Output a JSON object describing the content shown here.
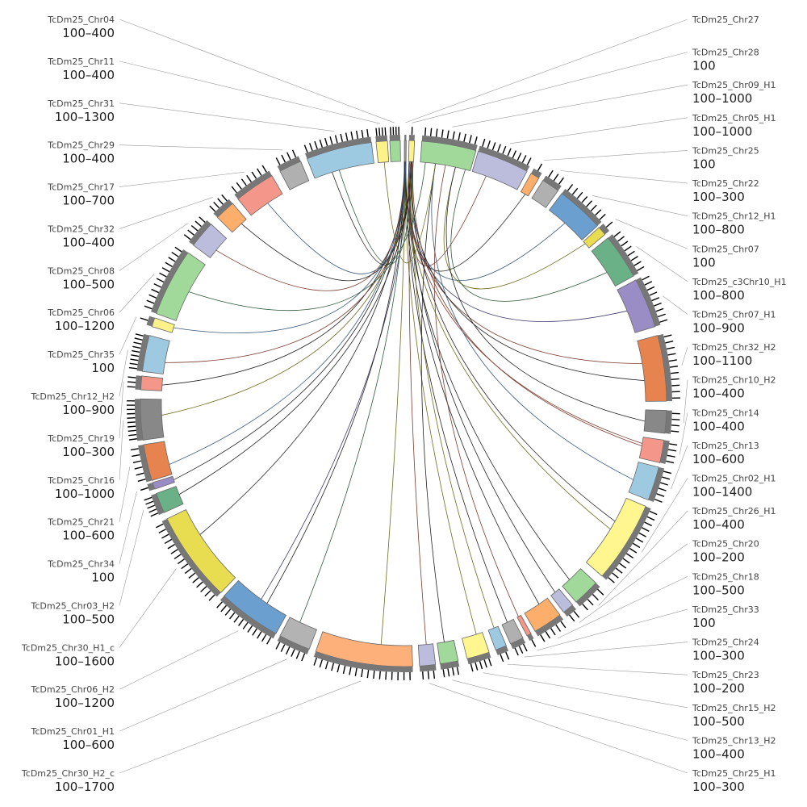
{
  "diagram": {
    "type": "circos-chord",
    "tick_step": 100,
    "segments": [
      {
        "name": "TcDm25_Chr27",
        "color": "#999999",
        "ticks": 0
      },
      {
        "name": "TcDm25_Chr28",
        "color": "#fdf28a",
        "ticks": 1
      },
      {
        "name": "TcDm25_Chr09_H1",
        "color": "#a1d99b",
        "ticks": 10
      },
      {
        "name": "TcDm25_Chr05_H1",
        "color": "#bcbddc",
        "ticks": 10
      },
      {
        "name": "TcDm25_Chr25",
        "color": "#fdae6b",
        "ticks": 1
      },
      {
        "name": "TcDm25_Chr22",
        "color": "#b0b0b0",
        "ticks": 3
      },
      {
        "name": "TcDm25_Chr12_H1",
        "color": "#6a9fcf",
        "ticks": 8
      },
      {
        "name": "TcDm25_Chr07",
        "color": "#e8dc50",
        "ticks": 1
      },
      {
        "name": "TcDm25_c3Chr10_H1",
        "color": "#6ab187",
        "ticks": 8
      },
      {
        "name": "TcDm25_Chr07_H1",
        "color": "#9a8cc4",
        "ticks": 9
      },
      {
        "name": "TcDm25_Chr32_H2",
        "color": "#e6834e",
        "ticks": 11
      },
      {
        "name": "TcDm25_Chr10_H2",
        "color": "#888888",
        "ticks": 4
      },
      {
        "name": "TcDm25_Chr14",
        "color": "#f4978a",
        "ticks": 4
      },
      {
        "name": "TcDm25_Chr13",
        "color": "#9ecae1",
        "ticks": 6
      },
      {
        "name": "TcDm25_Chr02_H1",
        "color": "#fff68f",
        "ticks": 14
      },
      {
        "name": "TcDm25_Chr26_H1",
        "color": "#a1d99b",
        "ticks": 4
      },
      {
        "name": "TcDm25_Chr20",
        "color": "#bcbddc",
        "ticks": 2
      },
      {
        "name": "TcDm25_Chr18",
        "color": "#fdae6b",
        "ticks": 5
      },
      {
        "name": "TcDm25_Chr33",
        "color": "#f4978a",
        "ticks": 1
      },
      {
        "name": "TcDm25_Chr24",
        "color": "#b0b0b0",
        "ticks": 3
      },
      {
        "name": "TcDm25_Chr23",
        "color": "#9ecae1",
        "ticks": 2
      },
      {
        "name": "TcDm25_Chr15_H2",
        "color": "#fff68f",
        "ticks": 5
      },
      {
        "name": "TcDm25_Chr13_H2",
        "color": "#a1d99b",
        "ticks": 4
      },
      {
        "name": "TcDm25_Chr25_H1",
        "color": "#bcbddc",
        "ticks": 3
      },
      {
        "name": "TcDm25_Chr30_H2_c",
        "color": "#fdb07a",
        "ticks": 17
      },
      {
        "name": "TcDm25_Chr01_H1",
        "color": "#b3b3b3",
        "ticks": 6
      },
      {
        "name": "TcDm25_Chr06_H2",
        "color": "#6a9fcf",
        "ticks": 12
      },
      {
        "name": "TcDm25_Chr30_H1_c",
        "color": "#e8dc50",
        "ticks": 16
      },
      {
        "name": "TcDm25_Chr03_H2",
        "color": "#6ab187",
        "ticks": 5
      },
      {
        "name": "TcDm25_Chr34",
        "color": "#9a8cc4",
        "ticks": 1
      },
      {
        "name": "TcDm25_Chr21",
        "color": "#e6834e",
        "ticks": 6
      },
      {
        "name": "TcDm25_Chr16",
        "color": "#888888",
        "ticks": 10
      },
      {
        "name": "TcDm25_Chr19",
        "color": "#f4978a",
        "ticks": 3
      },
      {
        "name": "TcDm25_Chr12_H2",
        "color": "#9ecae1",
        "ticks": 9
      },
      {
        "name": "TcDm25_Chr35",
        "color": "#fdf28a",
        "ticks": 1
      },
      {
        "name": "TcDm25_Chr06",
        "color": "#a1d99b",
        "ticks": 12
      },
      {
        "name": "TcDm25_Chr08",
        "color": "#bcbddc",
        "ticks": 5
      },
      {
        "name": "TcDm25_Chr32",
        "color": "#fdae6b",
        "ticks": 4
      },
      {
        "name": "TcDm25_Chr17",
        "color": "#f4978a",
        "ticks": 7
      },
      {
        "name": "TcDm25_Chr29",
        "color": "#b0b0b0",
        "ticks": 4
      },
      {
        "name": "TcDm25_Chr31",
        "color": "#9ecae1",
        "ticks": 13
      },
      {
        "name": "TcDm25_Chr11",
        "color": "#fdf28a",
        "ticks": 4
      },
      {
        "name": "TcDm25_Chr04",
        "color": "#a1d99b",
        "ticks": 4
      }
    ],
    "links": [
      {
        "from": 1,
        "to": 3,
        "color": "#7a3b2e"
      },
      {
        "from": 1,
        "to": 4,
        "color": "#333333"
      },
      {
        "from": 1,
        "to": 6,
        "color": "#3b5a7a"
      },
      {
        "from": 2,
        "to": 7,
        "color": "#6b6b20"
      },
      {
        "from": 2,
        "to": 8,
        "color": "#2e5a3b"
      },
      {
        "from": 0,
        "to": 9,
        "color": "#3b3b6b"
      },
      {
        "from": 0,
        "to": 10,
        "color": "#7a3b2e"
      },
      {
        "from": 1,
        "to": 10,
        "color": "#222222"
      },
      {
        "from": 2,
        "to": 11,
        "color": "#222222"
      },
      {
        "from": 1,
        "to": 12,
        "color": "#7a3b2e"
      },
      {
        "from": 0,
        "to": 12,
        "color": "#7a3b2e"
      },
      {
        "from": 2,
        "to": 13,
        "color": "#3b5a7a"
      },
      {
        "from": 0,
        "to": 14,
        "color": "#6b6b20"
      },
      {
        "from": 1,
        "to": 14,
        "color": "#222222"
      },
      {
        "from": 0,
        "to": 15,
        "color": "#222222"
      },
      {
        "from": 1,
        "to": 16,
        "color": "#222222"
      },
      {
        "from": 0,
        "to": 17,
        "color": "#222222"
      },
      {
        "from": 2,
        "to": 18,
        "color": "#7a3b2e"
      },
      {
        "from": 0,
        "to": 19,
        "color": "#222222"
      },
      {
        "from": 1,
        "to": 20,
        "color": "#6b6b20"
      },
      {
        "from": 0,
        "to": 21,
        "color": "#6b6b20"
      },
      {
        "from": 2,
        "to": 22,
        "color": "#222222"
      },
      {
        "from": 1,
        "to": 23,
        "color": "#7a3b2e"
      },
      {
        "from": 0,
        "to": 24,
        "color": "#6b6b20"
      },
      {
        "from": 0,
        "to": 25,
        "color": "#2e5a3b"
      },
      {
        "from": 1,
        "to": 26,
        "color": "#3b3b6b"
      },
      {
        "from": 0,
        "to": 26,
        "color": "#222222"
      },
      {
        "from": 0,
        "to": 27,
        "color": "#222222"
      },
      {
        "from": 1,
        "to": 28,
        "color": "#222222"
      },
      {
        "from": 0,
        "to": 29,
        "color": "#222222"
      },
      {
        "from": 0,
        "to": 30,
        "color": "#3b5a7a"
      },
      {
        "from": 1,
        "to": 31,
        "color": "#6b6b20"
      },
      {
        "from": 0,
        "to": 32,
        "color": "#222222"
      },
      {
        "from": 1,
        "to": 33,
        "color": "#7a3b2e"
      },
      {
        "from": 0,
        "to": 34,
        "color": "#3b5a7a"
      },
      {
        "from": 2,
        "to": 35,
        "color": "#2e5a3b"
      },
      {
        "from": 0,
        "to": 36,
        "color": "#7a3b2e"
      },
      {
        "from": 1,
        "to": 37,
        "color": "#222222"
      },
      {
        "from": 0,
        "to": 38,
        "color": "#3b5a7a"
      },
      {
        "from": 1,
        "to": 40,
        "color": "#2e5a3b"
      },
      {
        "from": 0,
        "to": 40,
        "color": "#222222"
      },
      {
        "from": 2,
        "to": 41,
        "color": "#6b6b20"
      }
    ]
  }
}
